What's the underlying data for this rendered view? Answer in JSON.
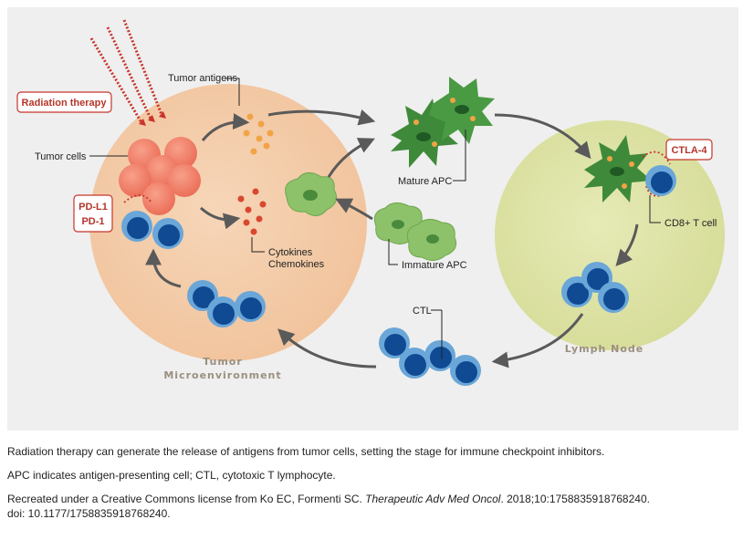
{
  "labels": {
    "tumor_antigens": "Tumor antigens",
    "radiation_therapy": "Radiation therapy",
    "tumor_cells": "Tumor cells",
    "pd_l1": "PD-L1",
    "pd_1": "PD-1",
    "cytokines": "Cytokines",
    "chemokines": "Chemokines",
    "mature_apc": "Mature APC",
    "immature_apc": "Immature APC",
    "ctla_4": "CTLA-4",
    "cd8_t_cell": "CD8+ T cell",
    "ctl": "CTL",
    "tumor": "Tumor",
    "microenvironment": "Microenvironment",
    "lymph_node": "Lymph Node"
  },
  "caption": {
    "line1": "Radiation therapy can generate the release of antigens from tumor cells, setting the stage for immune checkpoint inhibitors.",
    "line2": "APC indicates antigen-presenting cell; CTL, cytotoxic T lymphocyte.",
    "line3_prefix": "Recreated under a Creative Commons license from Ko EC, Formenti SC. ",
    "line3_journal": "Therapeutic Adv Med Oncol",
    "line3_suffix": ". 2018;10:1758835918768240.",
    "line4": "doi: 10.1177/1758835918768240."
  },
  "colors": {
    "panel_bg": "#efefef",
    "tumor_circle": "#f3caa6",
    "lymph_circle": "#dde3a4",
    "tumor_cell": "#ef7a63",
    "t_cell_outer": "#6aa6d8",
    "t_cell_inner": "#0f4a93",
    "apc_dark": "#4a8a3c",
    "apc_light": "#8dc26a",
    "accent_red": "#b5352a",
    "arrow": "#5a5a5a"
  }
}
